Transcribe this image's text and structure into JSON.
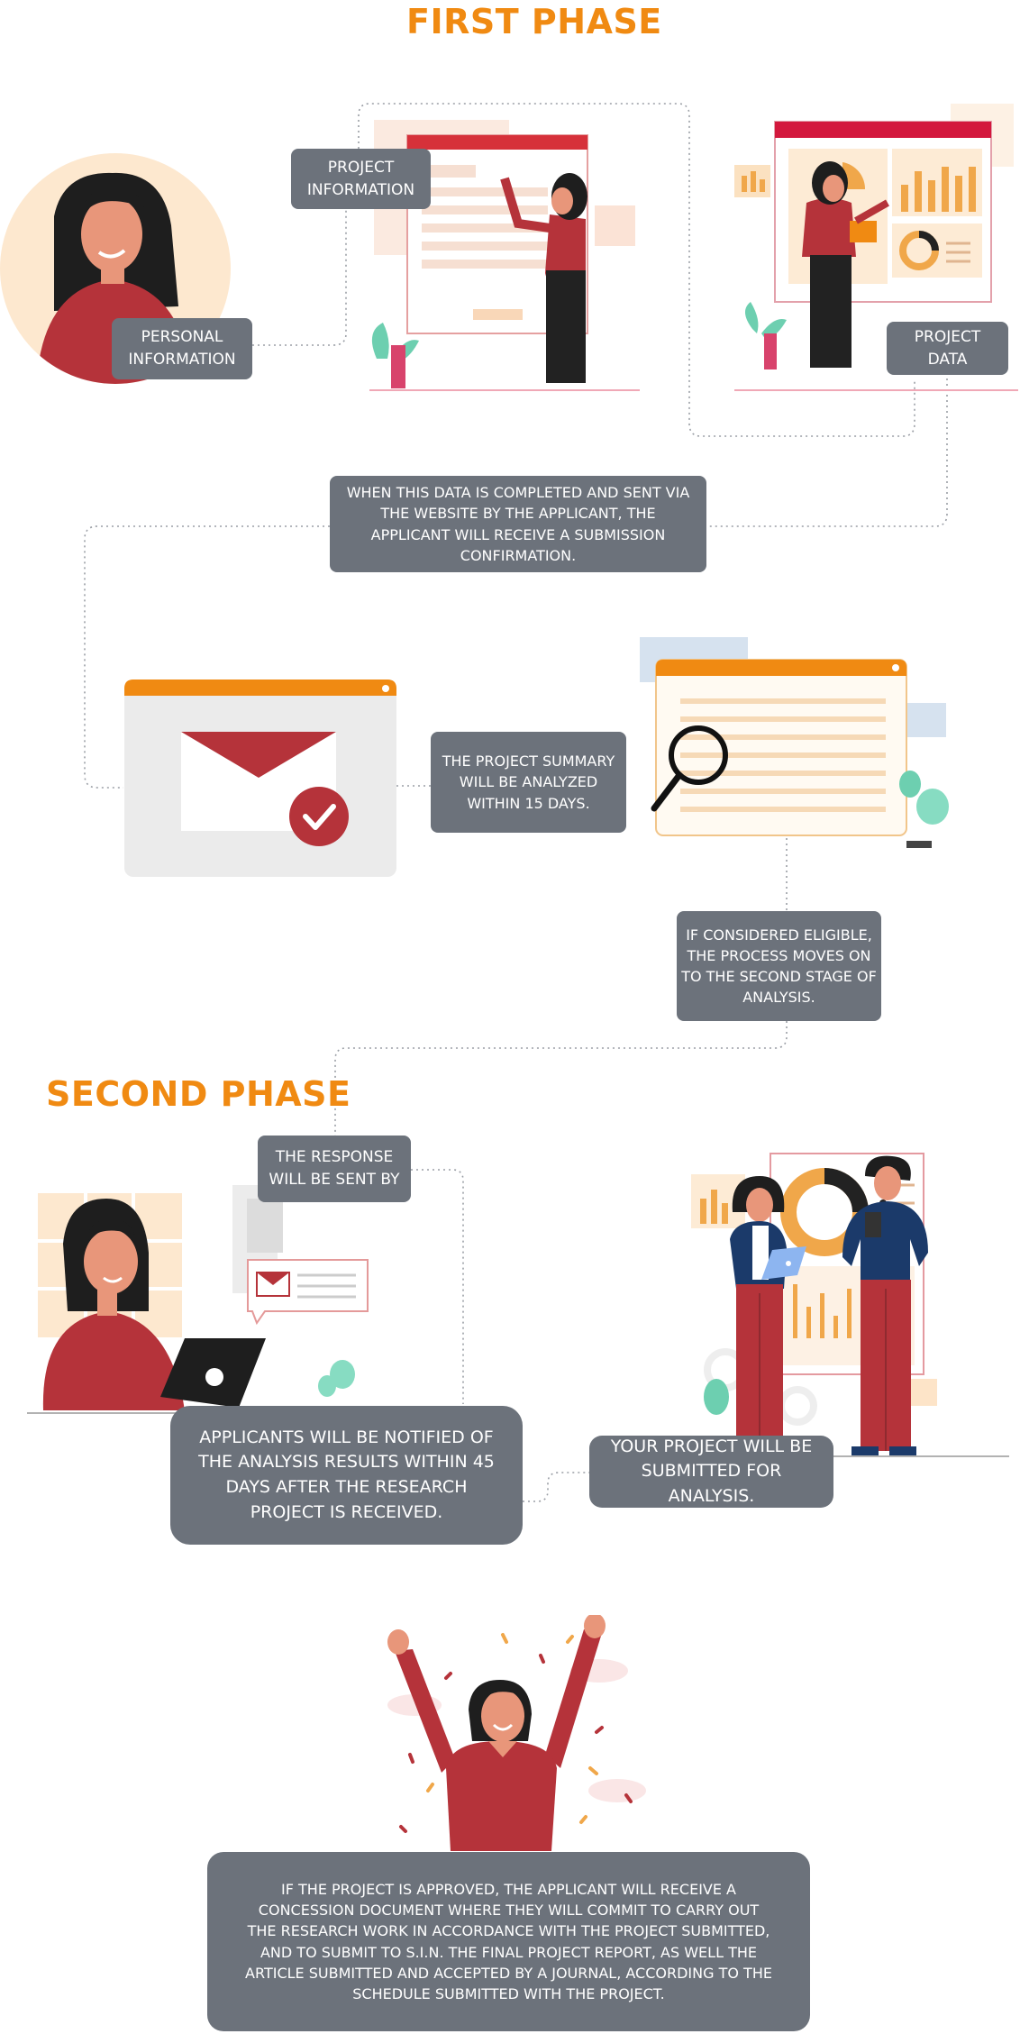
{
  "first_phase": {
    "title": "FIRST PHASE",
    "personal_information": "PERSONAL INFORMATION",
    "project_information": "PROJECT INFORMATION",
    "project_data": "PROJECT DATA",
    "submission_note": "WHEN THIS DATA IS COMPLETED AND SENT VIA THE WEBSITE BY THE APPLICANT, THE APPLICANT WILL RECEIVE A SUBMISSION CONFIRMATION.",
    "summary_note": "THE PROJECT SUMMARY WILL BE ANALYZED WITHIN 15 DAYS.",
    "eligible_note": "IF CONSIDERED ELIGIBLE, THE PROCESS MOVES ON TO THE SECOND STAGE OF ANALYSIS."
  },
  "second_phase": {
    "title": "SECOND PHASE",
    "response_note": "THE RESPONSE WILL BE SENT BY",
    "notified_note": "APPLICANTS WILL BE NOTIFIED OF THE ANALYSIS RESULTS WITHIN 45 DAYS AFTER THE RESEARCH PROJECT IS RECEIVED.",
    "submitted_note": "YOUR PROJECT WILL BE SUBMITTED FOR ANALYSIS."
  },
  "approval": {
    "note": "IF THE PROJECT IS APPROVED, THE APPLICANT WILL RECEIVE A CONCESSION DOCUMENT WHERE THEY WILL COMMIT TO CARRY OUT THE RESEARCH WORK IN ACCORDANCE WITH THE PROJECT SUBMITTED, AND TO SUBMIT TO S.I.N. THE FINAL PROJECT REPORT, AS WELL THE ARTICLE SUBMITTED AND ACCEPTED BY A JOURNAL, ACCORDING TO THE SCHEDULE SUBMITTED WITH THE PROJECT."
  },
  "colors": {
    "accent": "#f08a12",
    "box": "#6c727b",
    "red": "#b5333a",
    "dark": "#222222",
    "skin": "#e8967a",
    "mint": "#7fd3b8"
  }
}
